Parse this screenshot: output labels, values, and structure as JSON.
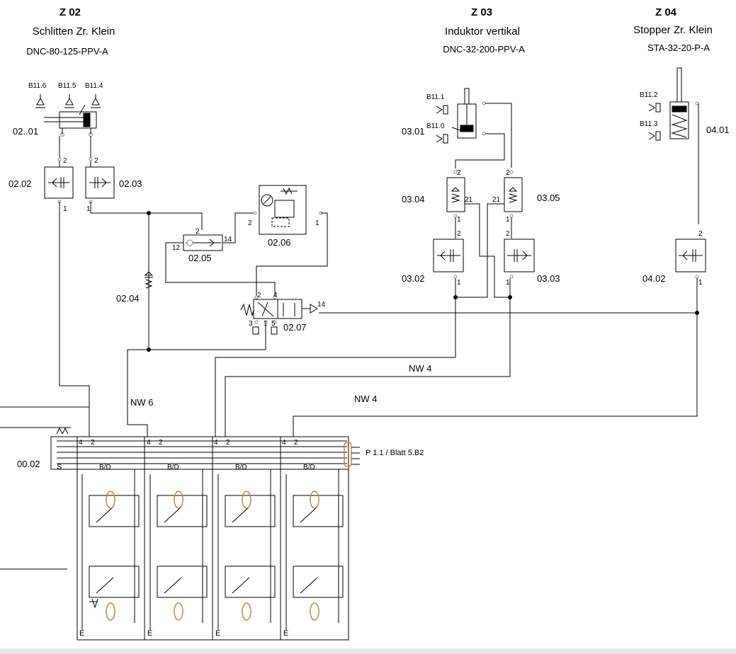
{
  "zones": [
    {
      "id": "Z 02",
      "title": "Schlitten Zr. Klein",
      "part": "DNC-80-125-PPV-A"
    },
    {
      "id": "Z 03",
      "title": "Induktor vertikal",
      "part": "DNC-32-200-PPV-A"
    },
    {
      "id": "Z 04",
      "title": "Stopper Zr. Klein",
      "part": "STA-32-20-P-A"
    }
  ],
  "components": {
    "c0201": "02..01",
    "c0202": "02.02",
    "c0203": "02.03",
    "c0204": "02.04",
    "c0205": "02.05",
    "c0206": "02.06",
    "c0207": "02.07",
    "c0301": "03.01",
    "c0302": "03.02",
    "c0303": "03.03",
    "c0304": "03.04",
    "c0305": "03.05",
    "c0401": "04.01",
    "c0402": "04.02",
    "c0002": "00.02"
  },
  "sensors": {
    "b116": "B11.6",
    "b115": "B11.5",
    "b114": "B11.4",
    "b111": "B11.1",
    "b110": "B11.0",
    "b112": "B11.2",
    "b113": "B11.3"
  },
  "ports": {
    "p1": "1",
    "p2": "2",
    "p3": "3",
    "p4": "4",
    "p5": "5",
    "p12": "12",
    "p14": "14",
    "p21": "21"
  },
  "lines": {
    "nw6": "NW 6",
    "nw4a": "NW 4",
    "nw4b": "NW 4"
  },
  "terminal": {
    "ref": "P 1.1 / Blatt 5.B2",
    "s": "S",
    "bd": "B/D",
    "e": "E"
  }
}
